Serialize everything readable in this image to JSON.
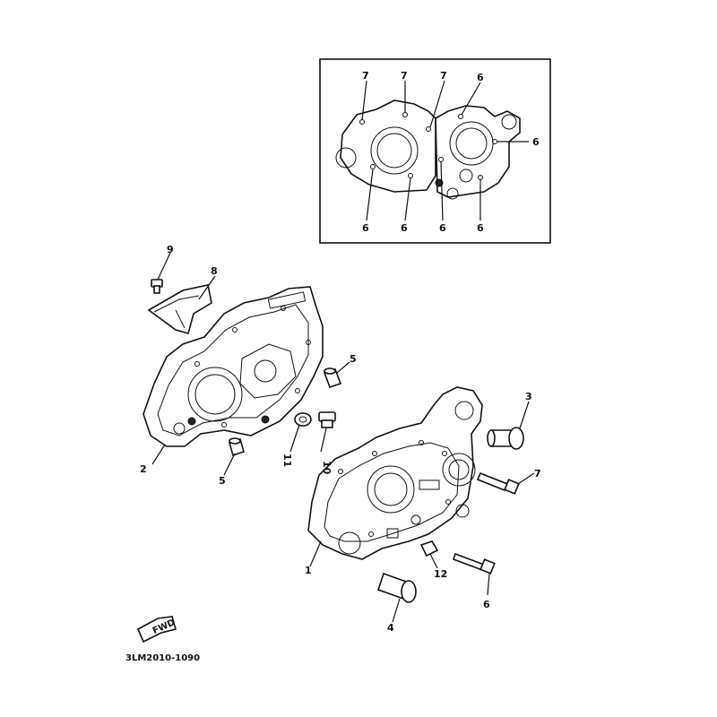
{
  "diagram": {
    "code": "3LM2010-1090",
    "fwd_label": "FWD",
    "inset_labels": [
      "7",
      "7",
      "7",
      "6",
      "6",
      "6",
      "6",
      "6",
      "6"
    ],
    "callouts": [
      "1",
      "2",
      "3",
      "4",
      "5",
      "5",
      "6",
      "7",
      "8",
      "9",
      "10",
      "11",
      "12"
    ]
  }
}
